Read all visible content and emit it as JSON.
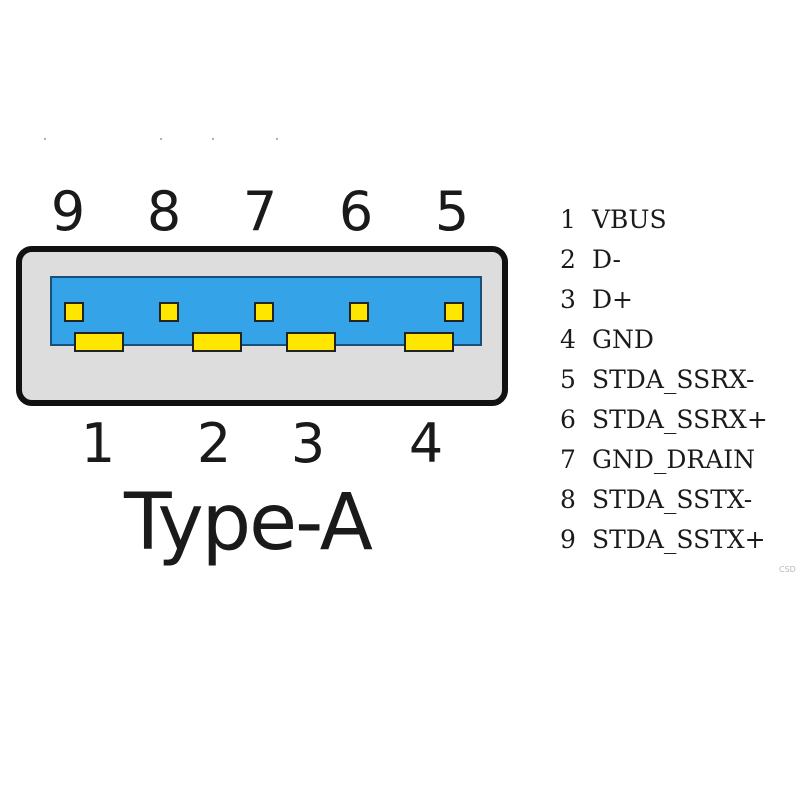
{
  "connector": {
    "top_pins": [
      "9",
      "8",
      "7",
      "6",
      "5"
    ],
    "bottom_pins": [
      "1",
      "2",
      "3",
      "4"
    ],
    "type_label": "Type-A",
    "colors": {
      "shell": "#dddddd",
      "outline": "#111111",
      "tongue": "#35a3e8",
      "contact": "#ffe600"
    }
  },
  "pin_list": [
    {
      "num": "1",
      "name": "VBUS"
    },
    {
      "num": "2",
      "name": "D-"
    },
    {
      "num": "3",
      "name": "D+"
    },
    {
      "num": "4",
      "name": "GND"
    },
    {
      "num": "5",
      "name": "STDA_SSRX-"
    },
    {
      "num": "6",
      "name": "STDA_SSRX+"
    },
    {
      "num": "7",
      "name": "GND_DRAIN"
    },
    {
      "num": "8",
      "name": "STDA_SSTX-"
    },
    {
      "num": "9",
      "name": "STDA_SSTX+"
    }
  ],
  "watermark": "CSD"
}
